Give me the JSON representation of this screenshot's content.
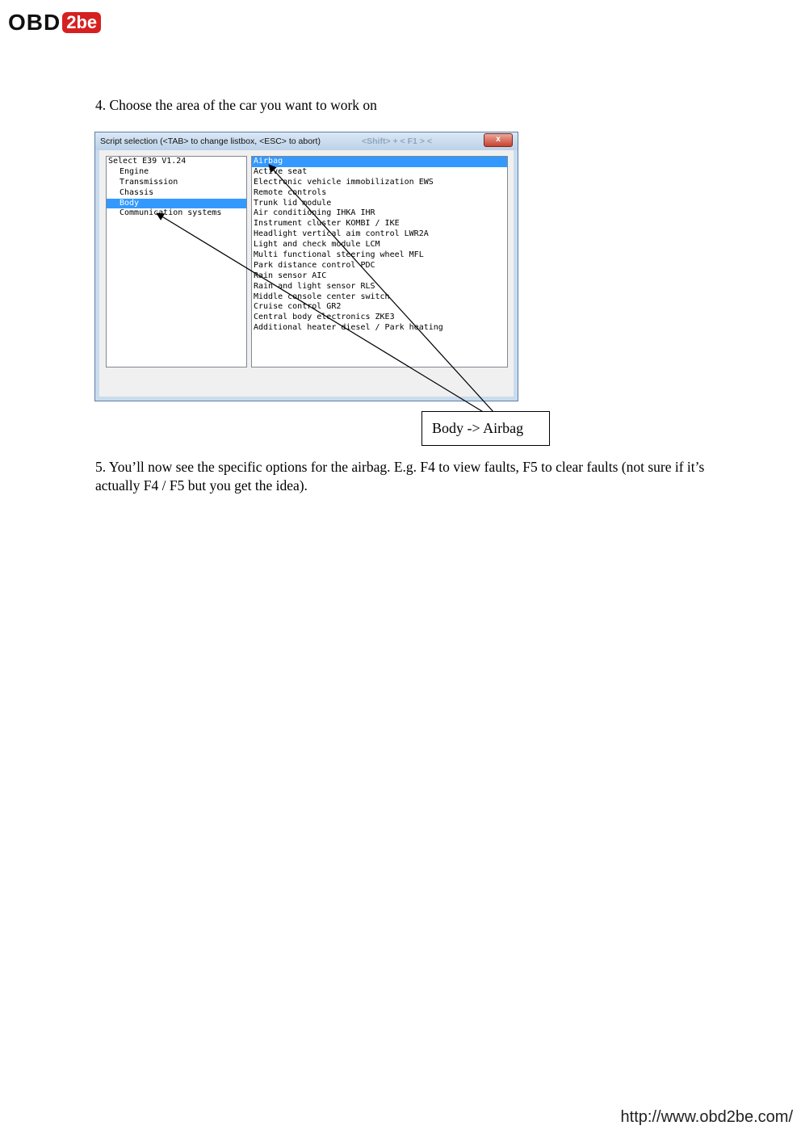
{
  "header": {
    "logo_text": "OBD",
    "logo_badge": "2be"
  },
  "step4": {
    "text": "4. Choose the area of the car you want to work on"
  },
  "window": {
    "title": "Script selection   (<TAB> to change listbox, <ESC> to abort)",
    "faded_title": "<Shift> + < F1 > <",
    "close_label": "x",
    "left_list": {
      "header": "Select E39 V1.24",
      "items": [
        "Engine",
        "Transmission",
        "Chassis",
        "Body",
        "Communication systems"
      ],
      "selected": "Body"
    },
    "right_list": {
      "items": [
        "Airbag",
        "Active seat",
        "Electronic vehicle immobilization EWS",
        "Remote controls",
        "Trunk lid module",
        "Air conditioning IHKA IHR",
        "Instrument cluster KOMBI / IKE",
        "Headlight vertical aim control LWR2A",
        "Light and check module LCM",
        "Multi functional steering wheel MFL",
        "Park distance control PDC",
        "Rain sensor AIC",
        "Rain and light sensor RLS",
        "Middle console center switch",
        "Cruise control GR2",
        "Central body electronics ZKE3",
        "Additional heater diesel / Park heating"
      ],
      "selected": "Airbag"
    }
  },
  "callout": {
    "text": "Body -> Airbag"
  },
  "step5": {
    "text": "5. You’ll now see the specific options for the airbag. E.g. F4 to view faults, F5 to clear faults (not sure if it’s actually F4 / F5 but you get the idea)."
  },
  "footer": {
    "url": "http://www.obd2be.com/"
  }
}
